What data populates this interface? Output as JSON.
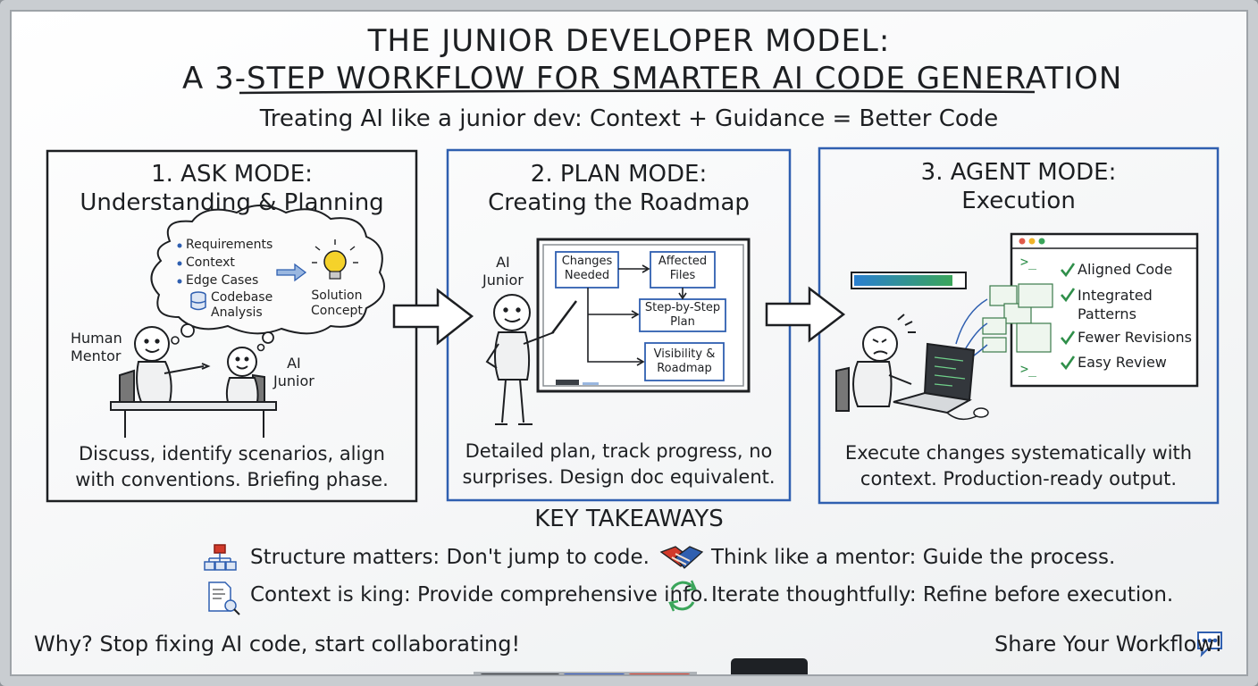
{
  "title": {
    "line1": "THE JUNIOR DEVELOPER MODEL:",
    "line2": "A 3-STEP WORKFLOW FOR SMARTER AI CODE GENERATION",
    "subtitle": "Treating AI like a junior dev: Context + Guidance = Better Code"
  },
  "panels": [
    {
      "heading": "1. ASK MODE:",
      "subheading": "Understanding & Planning",
      "cloud_items": [
        "Requirements",
        "Context",
        "Edge Cases"
      ],
      "codebase_label": "Codebase\nAnalysis",
      "solution_label": "Solution\nConcept",
      "mentor_label": "Human\nMentor",
      "junior_label": "AI\nJunior",
      "description": "Discuss, identify scenarios, align with conventions. Briefing phase."
    },
    {
      "heading": "2. PLAN MODE:",
      "subheading": "Creating the Roadmap",
      "junior_label": "AI\nJunior",
      "boxes": [
        "Changes\nNeeded",
        "Affected\nFiles",
        "Step-by-Step\nPlan",
        "Visibility &\nRoadmap"
      ],
      "description": "Detailed plan, track progress, no surprises. Design doc equivalent."
    },
    {
      "heading": "3. AGENT MODE:",
      "subheading": "Execution",
      "prompt_symbol": ">_",
      "checklist": [
        "Aligned Code",
        "Integrated\nPatterns",
        "Fewer Revisions",
        "Easy Review"
      ],
      "description": "Execute changes systematically with context. Production-ready output."
    }
  ],
  "takeaways": {
    "heading": "KEY TAKEAWAYS",
    "items": [
      {
        "icon": "hierarchy-icon",
        "text": "Structure matters: Don't jump to code."
      },
      {
        "icon": "handshake-icon",
        "text": "Think like a mentor: Guide the process."
      },
      {
        "icon": "document-search-icon",
        "text": "Context is king: Provide comprehensive info."
      },
      {
        "icon": "refresh-icon",
        "text": "Iterate thoughtfully: Refine before execution."
      }
    ]
  },
  "footer": {
    "left": "Why? Stop fixing AI code, start collaborating!",
    "right": "Share Your Workflow!"
  },
  "colors": {
    "ink": "#1d1f22",
    "blue_border": "#2f5fb0",
    "progress_blue": "#2a7fd0",
    "progress_green": "#3aa55a",
    "check_green": "#2f8f4a",
    "bulb_yellow": "#f5d22a",
    "marker_red": "#d23a2a",
    "marker_blue": "#2950b8"
  },
  "progress": 0.9
}
